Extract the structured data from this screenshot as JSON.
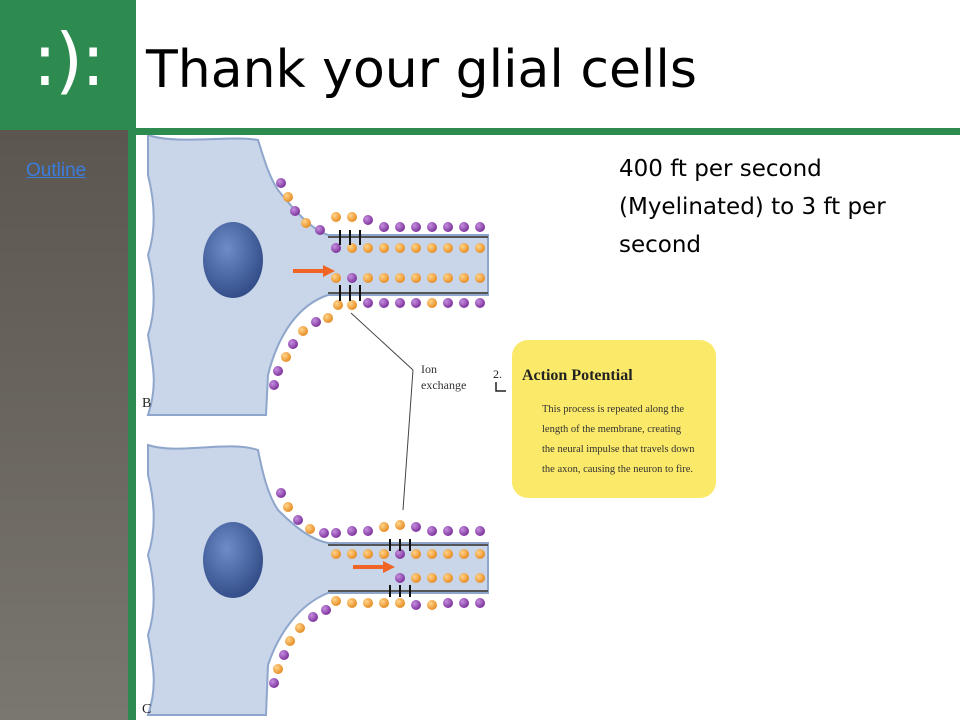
{
  "logo": {
    "text": ":):"
  },
  "slide": {
    "title": "Thank your glial cells"
  },
  "nav": {
    "outline_label": "Outline"
  },
  "caption": {
    "text": "400 ft per second (Myelinated) to 3 ft per second"
  },
  "figure": {
    "label_b": "B",
    "label_c": "C",
    "ion_exchange_line1": "Ion",
    "ion_exchange_line2": "exchange",
    "step_number": "2.",
    "callout_title": "Action Potential",
    "callout_lines": [
      "This process is repeated along the",
      "length of the membrane, creating",
      "the neural impulse that travels down",
      "the axon, causing the neuron to fire."
    ]
  },
  "colors": {
    "accent_green": "#2e8b4f",
    "sidebar_gray": "#5c5650",
    "link_blue": "#3b7ddd",
    "cell_body": "#c9d5e8",
    "nucleus": "#3e5f9e",
    "ion_purple": "#8e44a8",
    "ion_orange": "#f2a640",
    "arrow_orange": "#f06424",
    "callout_yellow": "#fbe96a"
  },
  "icons": {
    "logo_mark": "emoticon-logo",
    "impulse_arrow": "arrow-right-icon"
  }
}
